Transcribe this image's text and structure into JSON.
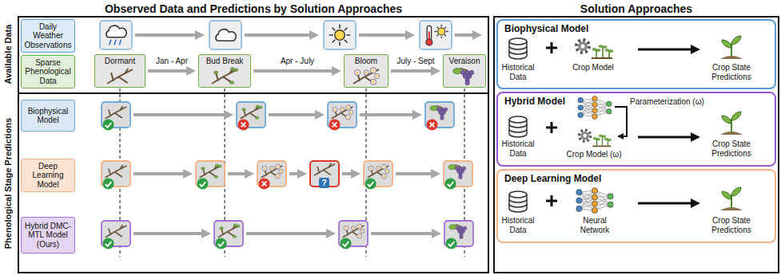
{
  "diagram": {
    "nodes": [
      {
        "text": [
          "Observed Data and Predictions by Solution Approaches"
        ]
      },
      {
        "text": [
          "Daily Weather Observations"
        ],
        "in": 0
      },
      {
        "text": [
          "Sparse Phenological Data"
        ],
        "in": 0
      },
      {
        "text": [
          "Dormant"
        ],
        "in": 0
      },
      {
        "text": [
          "Bud Break"
        ],
        "in": 0
      },
      {
        "text": [
          "Bloom"
        ],
        "in": 0
      },
      {
        "text": [
          "Veraison"
        ],
        "in": 0
      },
      {
        "text": [
          "Biophysical Model"
        ],
        "in": 0
      },
      {
        "text": [
          "Deep Learning Model"
        ],
        "in": 0
      },
      {
        "text": [
          "Hybrid DMC-MTL Model (Ours)"
        ],
        "in": 0
      },
      {
        "text": [
          "Solution Approaches"
        ]
      },
      {
        "text": [
          "Biophysical Model"
        ],
        "in": 10
      },
      {
        "text": [
          "Hybrid Model"
        ],
        "in": 10
      },
      {
        "text": [
          "Deep Learning Model"
        ],
        "in": 10
      }
    ],
    "edges": [
      {
        "from": 3,
        "to": 4,
        "label": "Jan - Apr",
        "arrow": "to"
      },
      {
        "from": 4,
        "to": 5,
        "label": "Apr - July",
        "arrow": "to"
      },
      {
        "from": 5,
        "to": 6,
        "label": "July - Sept",
        "arrow": "to"
      }
    ],
    "labels": [
      "Available Data",
      "Phenological Stage Predictions",
      "?",
      "Historical Data",
      "Crop Model",
      "Crop State Predictions",
      "Historical Data",
      "Parameterization (ω)",
      "Crop Model (ω)",
      "Crop State Predictions",
      "Historical Data",
      "Neural Network",
      "Crop State Predictions"
    ]
  }
}
